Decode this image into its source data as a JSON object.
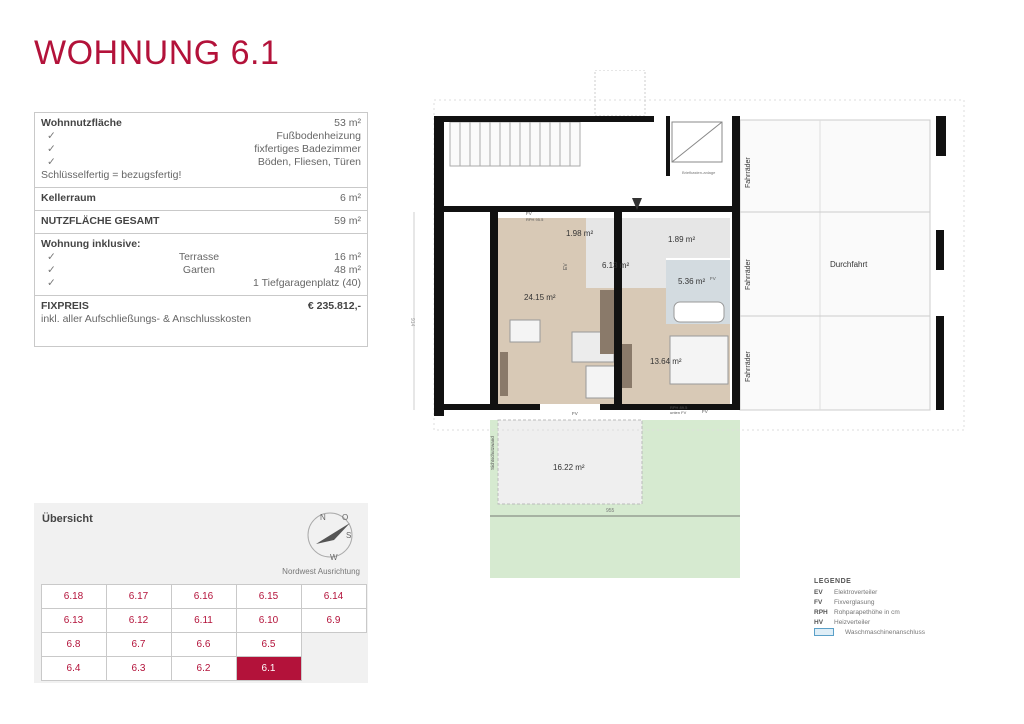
{
  "title": "WOHNUNG 6.1",
  "info": {
    "wohnnutz_label": "Wohnnutzfläche",
    "wohnnutz_value": "53 m²",
    "features": [
      "Fußbodenheizung",
      "fixfertiges Badezimmer",
      "Böden, Fliesen, Türen"
    ],
    "schluessel": "Schlüsselfertig = bezugsfertig!",
    "keller_label": "Kellerraum",
    "keller_value": "6 m²",
    "gesamt_label": "NUTZFLÄCHE GESAMT",
    "gesamt_value": "59 m²",
    "inklusive_label": "Wohnung inklusive:",
    "terrasse_label": "Terrasse",
    "terrasse_value": "16 m²",
    "garten_label": "Garten",
    "garten_value": "48 m²",
    "garage_label": "1 Tiefgaragenplatz (40)",
    "fixpreis_label": "FIXPREIS",
    "fixpreis_value": "€ 235.812,-",
    "fixpreis_note": "inkl. aller Aufschließungs- & Anschlusskosten"
  },
  "overview": {
    "title": "Übersicht",
    "orientation": "Nordwest Ausrichtung",
    "compass": {
      "n": "N",
      "o": "O",
      "s": "S",
      "w": "W"
    },
    "units": [
      "6.18",
      "6.17",
      "6.16",
      "6.15",
      "6.14",
      "6.13",
      "6.12",
      "6.11",
      "6.10",
      "6.9",
      "6.8",
      "6.7",
      "6.6",
      "6.5",
      "",
      "6.4",
      "6.3",
      "6.2",
      "6.1",
      ""
    ],
    "active": "6.1"
  },
  "plan": {
    "rooms": {
      "wohnen": "24.15 m²",
      "wc": "1.98 m²",
      "flur": "6.13 m²",
      "abstell": "1.89 m²",
      "bad": "5.36 m²",
      "schlafen": "13.64 m²",
      "terrasse": "16.22 m²"
    },
    "labels": {
      "fahrrad1": "Fahrräder",
      "fahrrad2": "Fahrräder",
      "fahrrad3": "Fahrräder",
      "durchfahrt": "Durchfahrt",
      "briefkasten": "Briefkasten-anlage",
      "ev": "EV",
      "fv1": "FV",
      "fv2": "FV",
      "fv3": "FV",
      "fv_top": "FV",
      "rph_top": "RPH 95.5",
      "rph_bottom": "RPH 89.5",
      "rph_bottom2": "unten FV",
      "sichtschutz": "Sichtschutzwand",
      "dim_h": "955",
      "dim_v": "914"
    }
  },
  "legend": {
    "title": "LEGENDE",
    "items": [
      {
        "k": "EV",
        "v": "Elektroverteiler"
      },
      {
        "k": "FV",
        "v": "Fixverglasung"
      },
      {
        "k": "RPH",
        "v": "Rohparapethöhe in cm"
      },
      {
        "k": "HV",
        "v": "Heizverteiler"
      }
    ],
    "wm": "Waschmaschinenanschluss"
  },
  "colors": {
    "accent": "#b3123a",
    "garden": "#d6ead0",
    "floor": "#d8c9b6",
    "bath": "#d3dbe0"
  }
}
